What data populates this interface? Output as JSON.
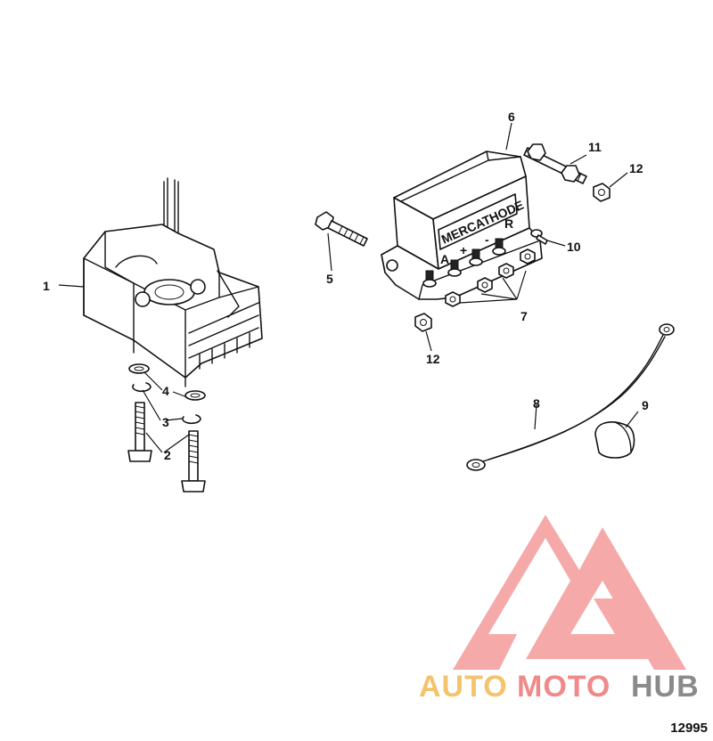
{
  "callouts": [
    {
      "id": "1",
      "label": "1"
    },
    {
      "id": "2",
      "label": "2"
    },
    {
      "id": "3",
      "label": "3"
    },
    {
      "id": "4",
      "label": "4"
    },
    {
      "id": "5",
      "label": "5"
    },
    {
      "id": "6",
      "label": "6"
    },
    {
      "id": "7",
      "label": "7"
    },
    {
      "id": "8",
      "label": "8"
    },
    {
      "id": "9",
      "label": "9"
    },
    {
      "id": "10",
      "label": "10"
    },
    {
      "id": "11",
      "label": "11"
    },
    {
      "id": "12a",
      "label": "12"
    },
    {
      "id": "12b",
      "label": "12"
    }
  ],
  "module_text": {
    "brand": "MERCATHODE",
    "terminal_a": "A",
    "terminal_plus": "+",
    "terminal_minus": "-",
    "terminal_r": "R"
  },
  "figure_number": "12995",
  "watermark": {
    "part1": "AUTO",
    "part2": "MOTO",
    "part3": "HUB",
    "color_auto": "#f4c36b",
    "color_moto": "#f08a8a",
    "color_hub": "#8a8a8a",
    "logo_color": "#f39a9a"
  }
}
